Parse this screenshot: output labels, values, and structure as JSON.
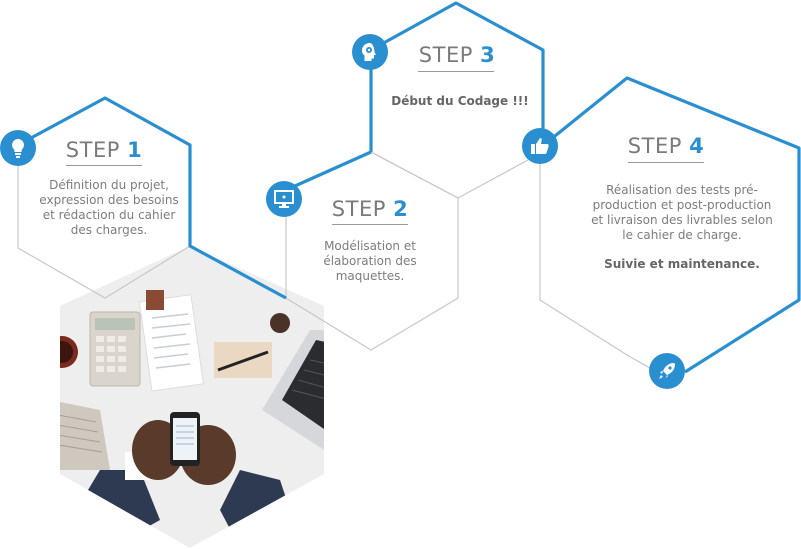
{
  "steps": [
    {
      "word": "STEP",
      "number": "1",
      "icon": "lightbulb-icon",
      "description": "Définition du projet, expression des besoins et rédaction du cahier des charges."
    },
    {
      "word": "STEP",
      "number": "2",
      "icon": "monitor-icon",
      "description": "Modélisation et élaboration des maquettes."
    },
    {
      "word": "STEP",
      "number": "3",
      "icon": "head-gears-icon",
      "description": "Début du Codage !!!"
    },
    {
      "word": "STEP",
      "number": "4",
      "icon": "thumbs-up-icon",
      "description": "Réalisation des tests pré-production et post-production et livraison des livrables selon le cahier de charge.",
      "note": "Suivie et maintenance."
    }
  ],
  "extra_icons": [
    "rocket-icon"
  ],
  "colors": {
    "accent": "#2a8fd0",
    "outline": "#c8c8c8",
    "text": "#7a7a7a"
  },
  "photo": {
    "description": "desk-with-phone-calculator-laptop"
  }
}
